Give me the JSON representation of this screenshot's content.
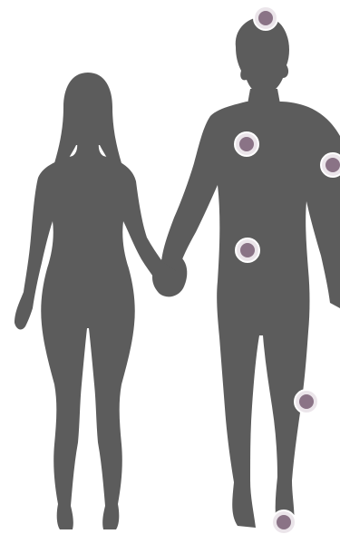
{
  "colors": {
    "background": "#ffffff",
    "silhouette": "#5c5c5c",
    "marker_core": "#8a7386",
    "marker_halo": "#ebe5ea"
  },
  "figures": [
    {
      "name": "woman",
      "icon": "female-silhouette-icon"
    },
    {
      "name": "man",
      "icon": "male-silhouette-icon"
    }
  ],
  "hotspots": [
    {
      "region": "head",
      "icon": "body-point-marker-icon"
    },
    {
      "region": "chest",
      "icon": "body-point-marker-icon"
    },
    {
      "region": "arm",
      "icon": "body-point-marker-icon"
    },
    {
      "region": "abdomen",
      "icon": "body-point-marker-icon"
    },
    {
      "region": "knee",
      "icon": "body-point-marker-icon"
    },
    {
      "region": "foot",
      "icon": "body-point-marker-icon"
    }
  ]
}
